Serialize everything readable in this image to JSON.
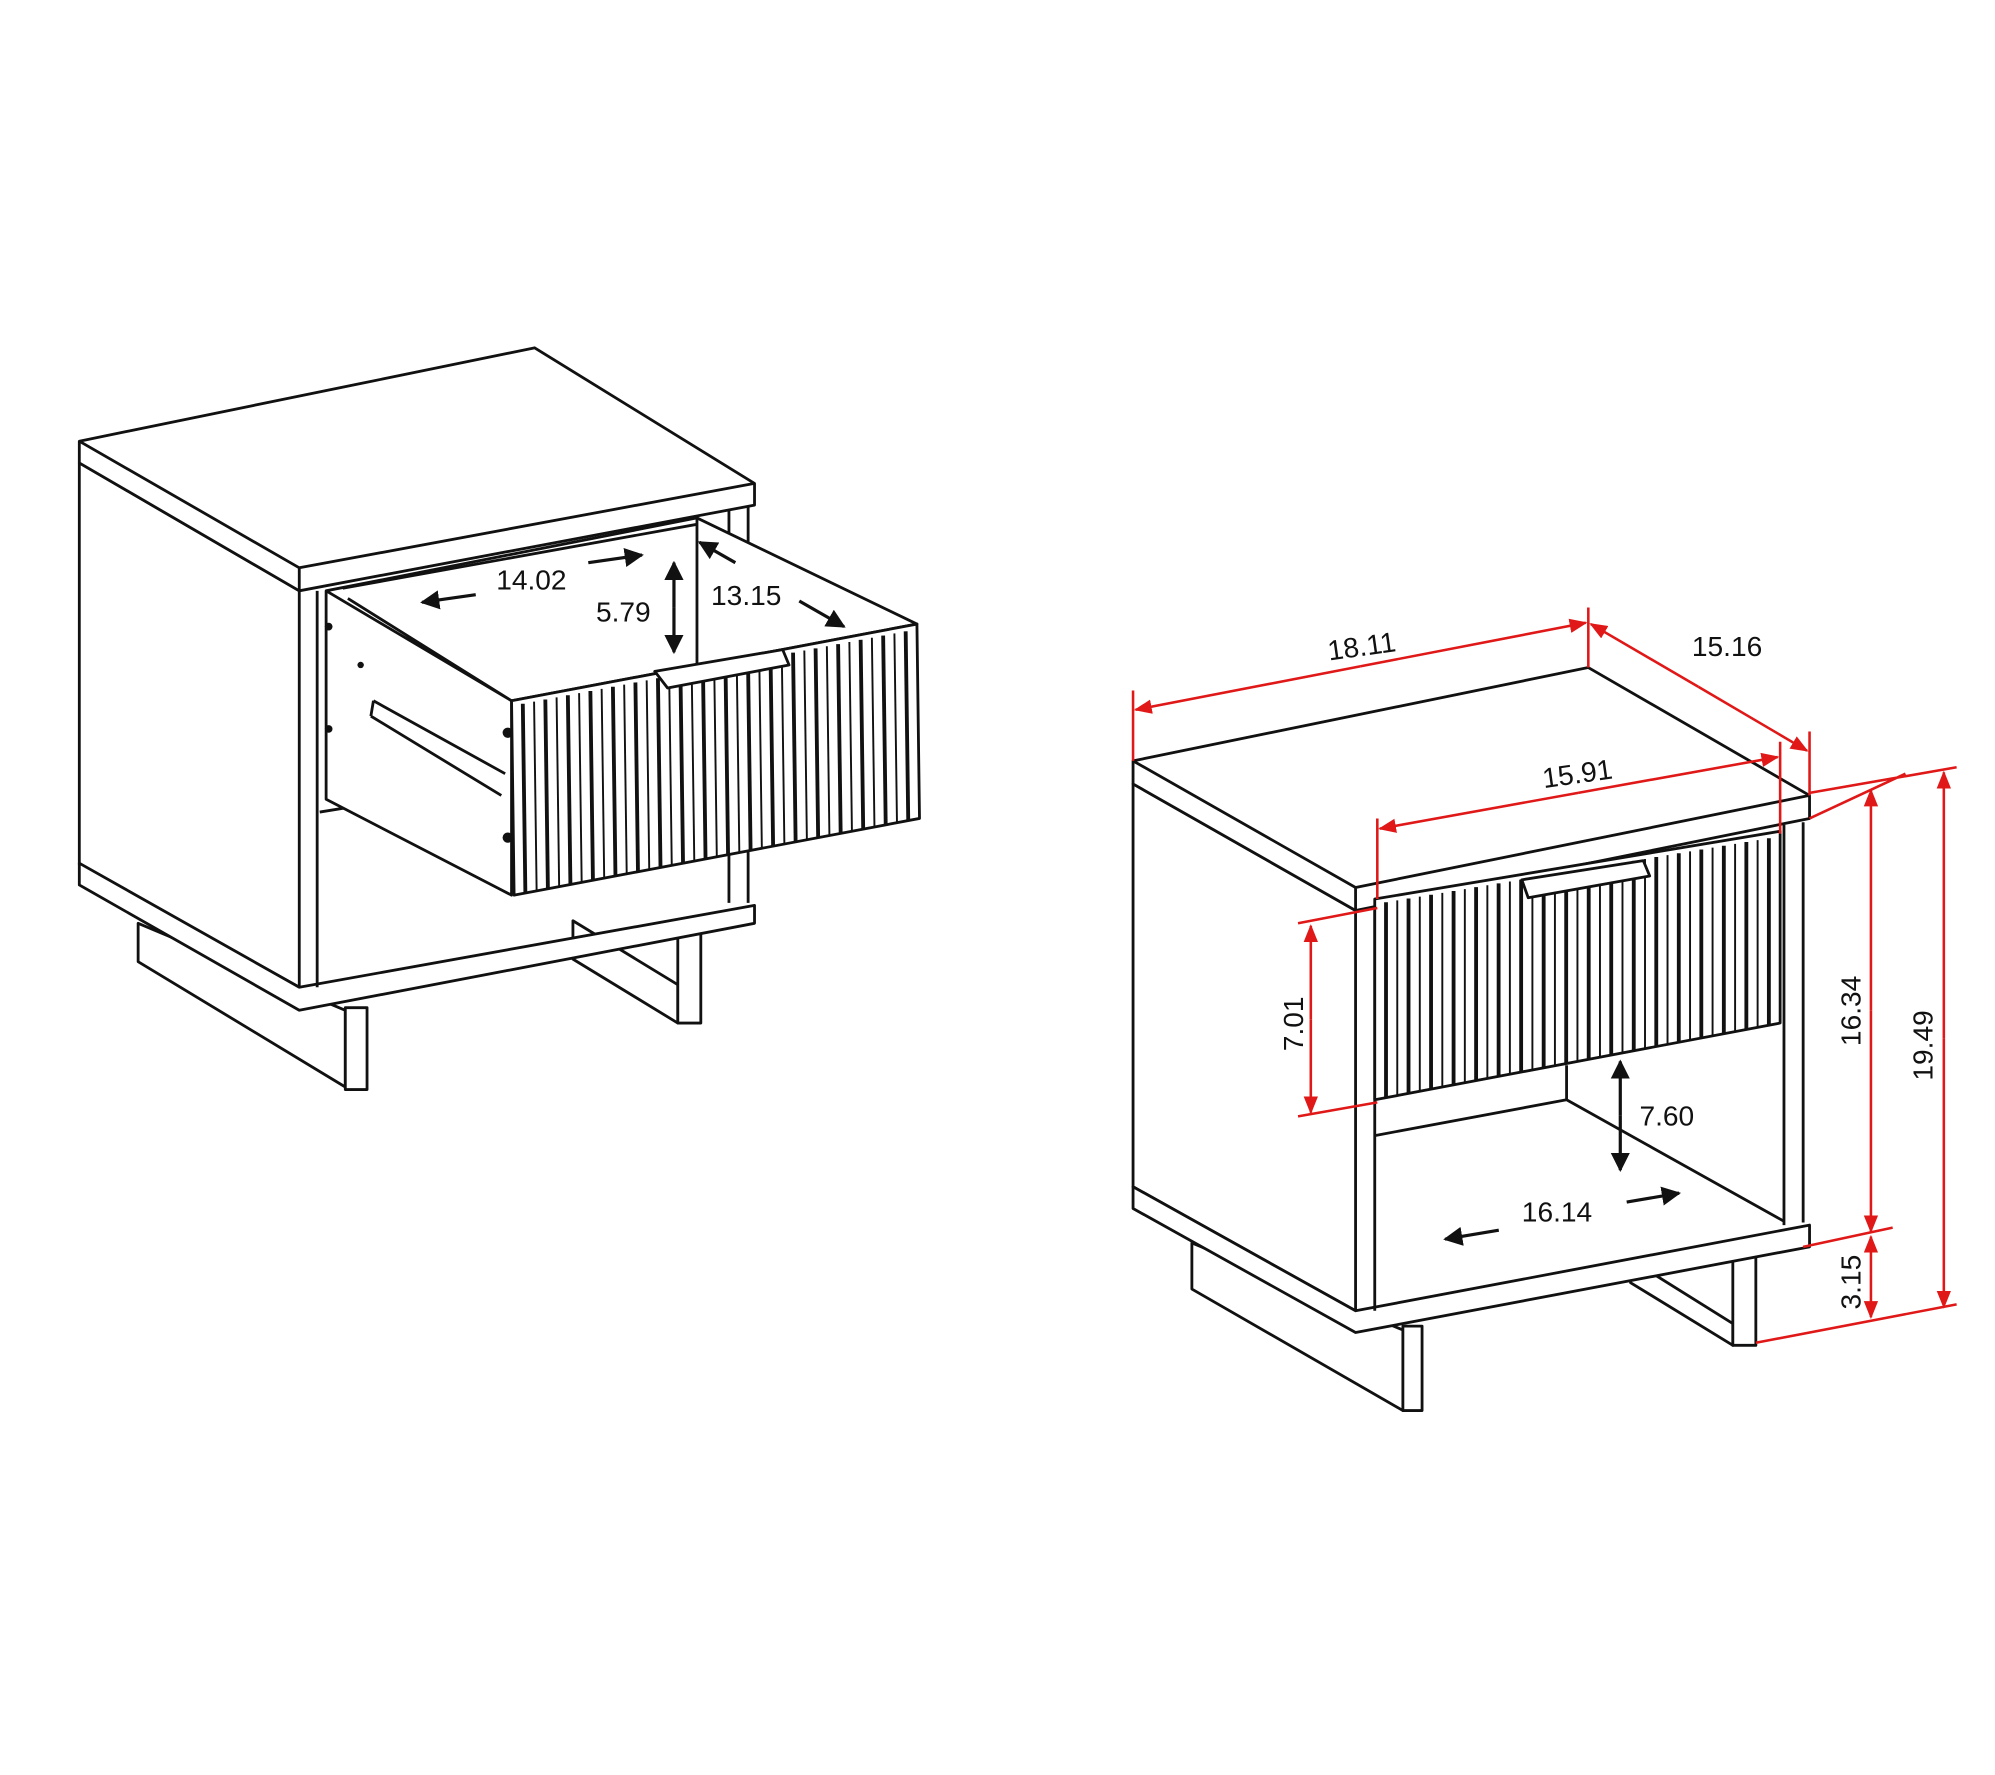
{
  "colors": {
    "dimension_line": "#e01818",
    "outline": "#111111"
  },
  "open_drawer_view": {
    "drawer_interior_width": "14.02",
    "drawer_interior_height": "5.79",
    "drawer_interior_depth": "13.15"
  },
  "closed_view": {
    "overall_width": "18.11",
    "overall_depth": "15.16",
    "drawer_front_width": "15.91",
    "drawer_front_height": "7.01",
    "shelf_opening_height": "7.60",
    "shelf_opening_width": "16.14",
    "cabinet_height": "16.34",
    "overall_height": "19.49",
    "leg_height": "3.15"
  }
}
